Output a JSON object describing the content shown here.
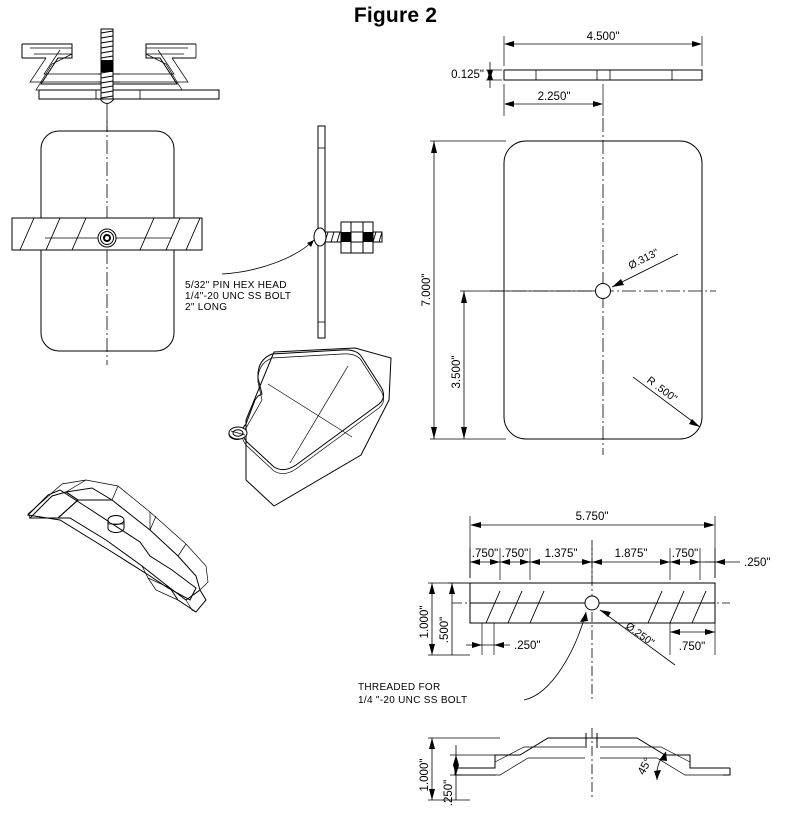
{
  "title": "Figure 2",
  "drawing": {
    "type": "engineering-drawing",
    "units": "inches",
    "views": [
      {
        "name": "assembly-section-top-left",
        "label": ""
      },
      {
        "name": "plate-front-view-with-bracket",
        "label": ""
      },
      {
        "name": "plate-edge-view-with-bolt",
        "label": ""
      },
      {
        "name": "plate-isometric",
        "label": ""
      },
      {
        "name": "bracket-isometric",
        "label": ""
      },
      {
        "name": "plate-top-edge-view",
        "label": ""
      },
      {
        "name": "plate-face-view-dimensioned",
        "label": ""
      },
      {
        "name": "bracket-section-dimensioned",
        "label": ""
      },
      {
        "name": "bracket-profile-view",
        "label": ""
      }
    ]
  },
  "notes": {
    "bolt_note_line1": "5/32\" PIN HEX HEAD",
    "bolt_note_line2": "1/4\"-20 UNC SS BOLT",
    "bolt_note_line3": "2\" LONG",
    "threaded_note_line1": "THREADED FOR",
    "threaded_note_line2": "1/4 \"-20 UNC SS BOLT"
  },
  "dimensions": {
    "plate_width": "4.500\"",
    "plate_thickness": "0.125\"",
    "bracket_offset": "2.250\"",
    "plate_height": "7.000\"",
    "hole_from_bottom": "3.500\"",
    "hole_dia_plate": "Ø.313\"",
    "corner_radius": "R .500\"",
    "bracket_length": "5.750\"",
    "chain_a": ".750\"",
    "chain_b": ".750\"",
    "chain_c": "1.375\"",
    "chain_d": "1.875\"",
    "chain_e": ".750\"",
    "chain_f": ".250\"",
    "bracket_height": "1.000\"",
    "bracket_mid": ".500\"",
    "bracket_web": ".250\"",
    "hole_dia_bracket": "Ø.250\"",
    "right_offset": ".750\"",
    "profile_height": "1.000\"",
    "profile_flange": ".250\"",
    "bend_angle": "45°"
  }
}
